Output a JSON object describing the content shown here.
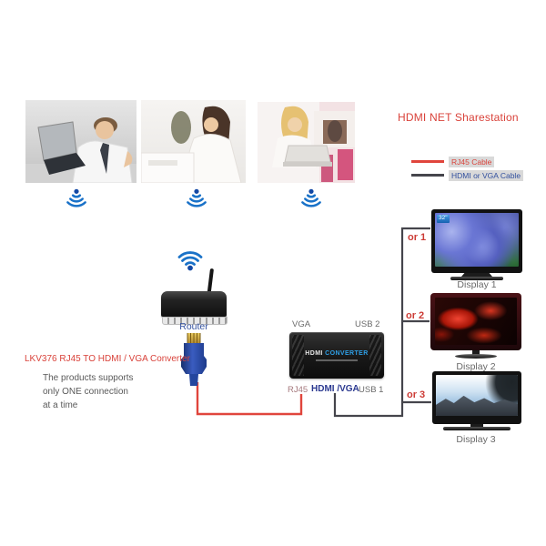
{
  "title": "HDMI NET Sharestation",
  "legend": {
    "rj45_label": "RJ45 Cable",
    "hdmi_label": "HDMI or VGA Cable"
  },
  "router": {
    "label": "Router"
  },
  "converter_note": {
    "heading": "LKV376 RJ45 TO HDMI / VGA Converter",
    "line1": "The products supports",
    "line2": "only ONE connection",
    "line3": "at a time"
  },
  "converter": {
    "port_vga": "VGA",
    "port_usb2": "USB 2",
    "port_rj45": "RJ45",
    "port_hdmi_vga": "HDMI /VGA",
    "port_usb1": "USB 1",
    "print_hdmi": "HDMI",
    "print_converter": "CONVERTER"
  },
  "displays": {
    "d1": {
      "label": "Display 1",
      "or_label": "or 1",
      "size_badge": "32\""
    },
    "d2": {
      "label": "Display 2",
      "or_label": "or 2"
    },
    "d3": {
      "label": "Display 3",
      "or_label": "or 3"
    }
  },
  "icons": {
    "wifi_down": "wifi-signal-downward",
    "wifi_up": "wifi-signal-upward",
    "rj45_plug": "blue-ethernet-connector"
  },
  "colors": {
    "accent_red": "#d9423a",
    "cable_red": "#e0453c",
    "cable_dark": "#45454c",
    "wifi_blue": "#1a72c8",
    "router_label_blue": "#32509e",
    "hdmi_vga_navy": "#2b3990"
  }
}
